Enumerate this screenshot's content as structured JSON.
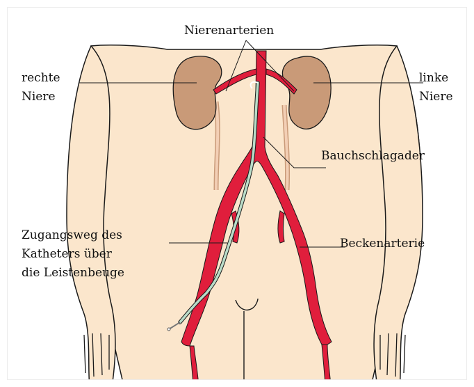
{
  "labels": {
    "renal_arteries": "Nierenarterien",
    "right_kidney": "rechte\nNiere",
    "left_kidney": "linke\nNiere",
    "aorta": "Bauchschlagader",
    "iliac_artery": "Beckenarterie",
    "catheter_route": "Zugangsweg des\nKatheters über\ndie Leistenbeuge"
  },
  "colors": {
    "skin": "#fbe6cc",
    "outline": "#1a1a1a",
    "artery": "#e01e3c",
    "kidney": "#c99a78",
    "ureter": "#f3cfb5",
    "catheter": "#b9dcc8"
  }
}
